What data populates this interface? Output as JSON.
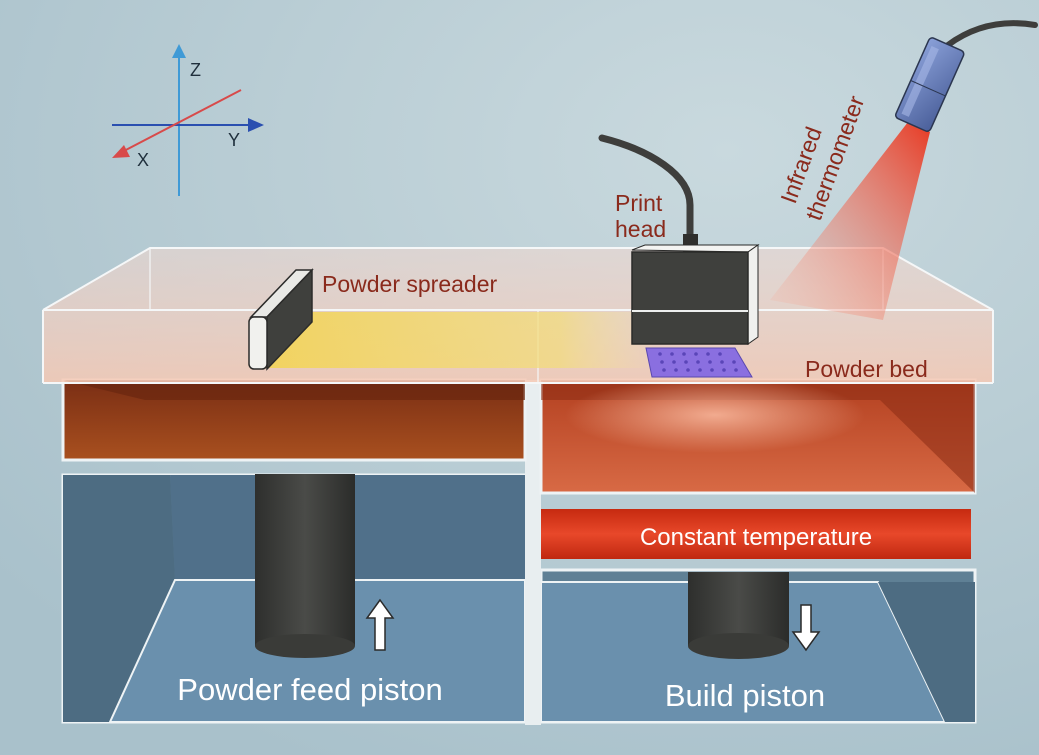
{
  "labels": {
    "powder_spreader": "Powder spreader",
    "print_head_line1": "Print",
    "print_head_line2": "head",
    "thermometer_line1": "Infrared",
    "thermometer_line2": "thermometer",
    "powder_bed": "Powder bed",
    "constant_temperature": "Constant temperature",
    "powder_feed_piston": "Powder feed piston",
    "build_piston": "Build piston"
  },
  "axes": {
    "z": "Z",
    "y": "Y",
    "x": "X"
  },
  "colors": {
    "background": "#b6ccd4",
    "label_red": "#8a2a1c",
    "heater": "#d83a1c",
    "chamber": "#5c7d93",
    "piston": "#3e3f3c",
    "powder": "#8a3a1a",
    "print_pattern": "#8a6fe0"
  },
  "icons": {
    "feed_arrow": "arrow-up-icon",
    "build_arrow": "arrow-down-icon"
  }
}
